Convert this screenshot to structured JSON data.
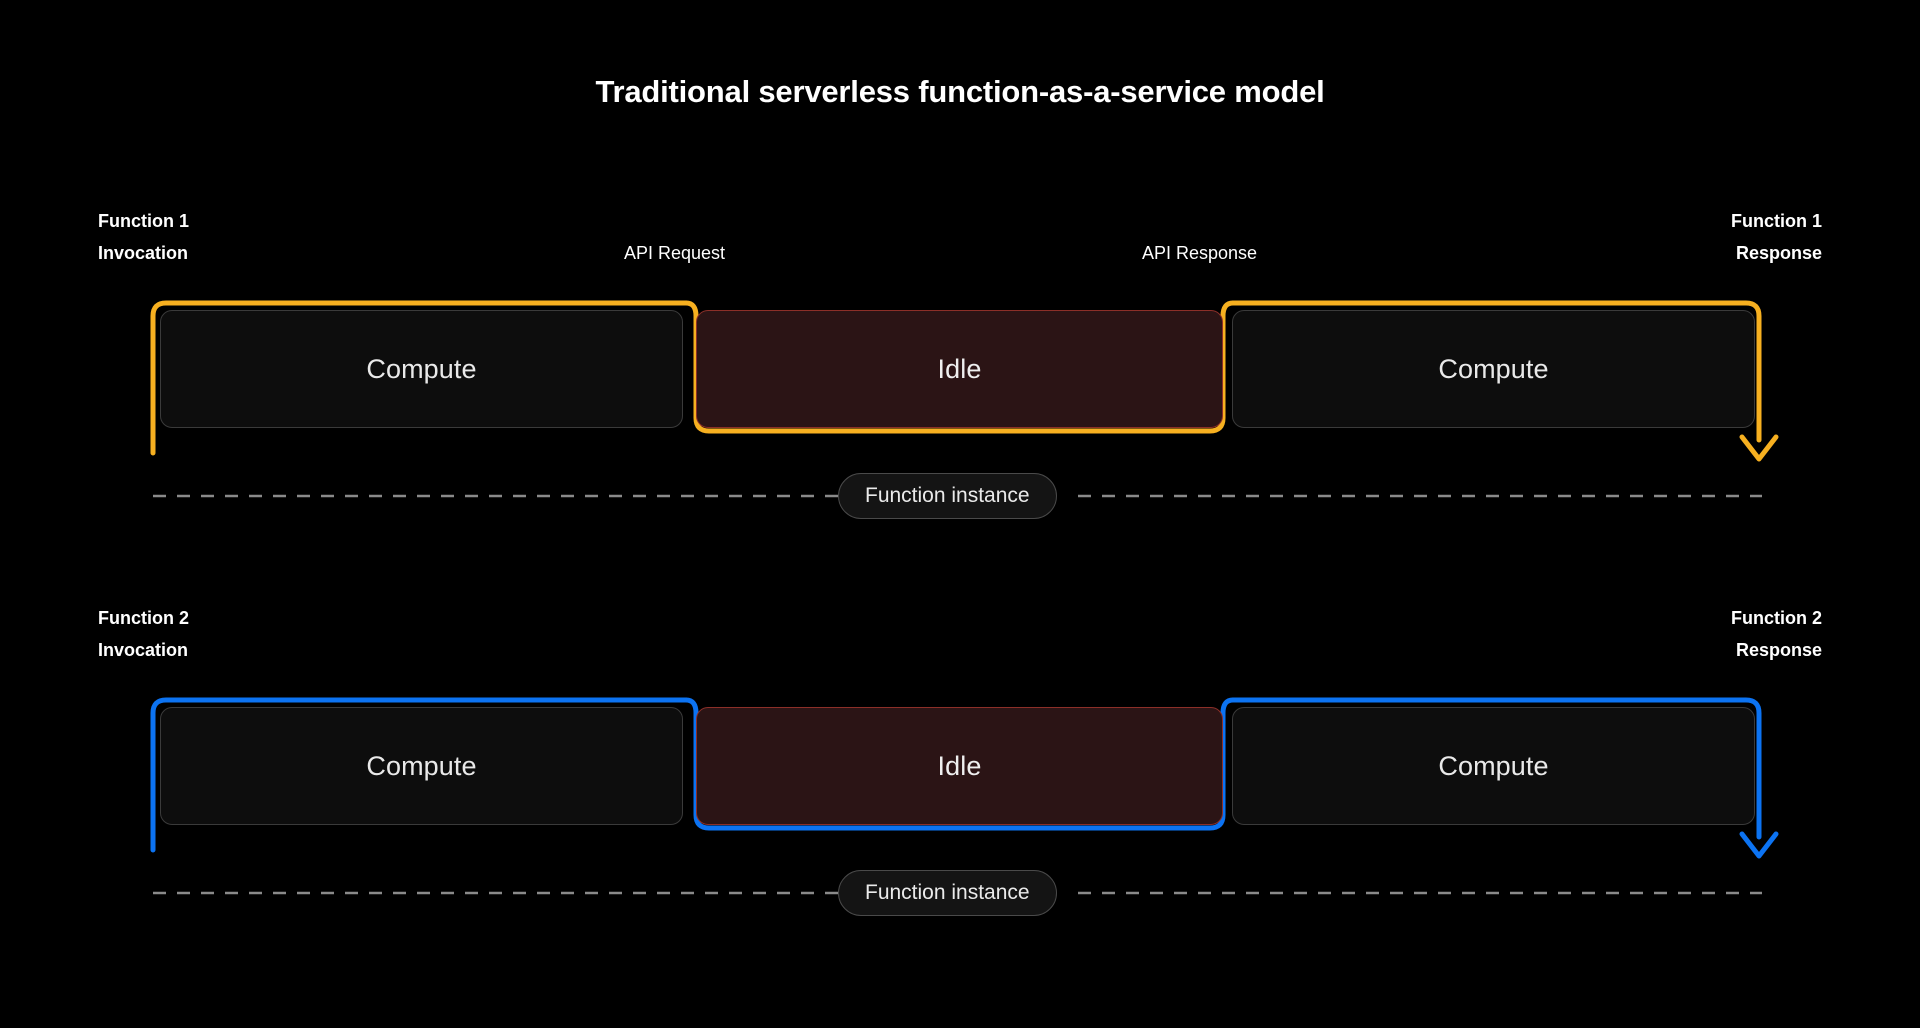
{
  "diagram": {
    "title": "Traditional serverless function-as-a-service model",
    "background_color": "#000000",
    "accent_colors": {
      "function_1": "#F7B020",
      "function_2": "#0C73F2",
      "idle_fill": "#2B1415",
      "idle_border": "#8C2F28",
      "compute_fill": "#0D0D0D",
      "compute_border": "#3A3A3A",
      "dashed_line": "#808080",
      "text": "#FFFFFF"
    },
    "middle_labels": {
      "api_request": "API Request",
      "api_response": "API Response"
    },
    "lanes": [
      {
        "id": "function-1",
        "color": "#F7B020",
        "invocation_label": "Function 1\nInvocation",
        "response_label": "Function 1\nResponse",
        "instance_label": "Function instance",
        "segments": [
          {
            "id": "compute-left",
            "label": "Compute",
            "kind": "compute"
          },
          {
            "id": "idle",
            "label": "Idle",
            "kind": "idle"
          },
          {
            "id": "compute-right",
            "label": "Compute",
            "kind": "compute"
          }
        ]
      },
      {
        "id": "function-2",
        "color": "#0C73F2",
        "invocation_label": "Function 2\nInvocation",
        "response_label": "Function 2\nResponse",
        "instance_label": "Function instance",
        "segments": [
          {
            "id": "compute-left",
            "label": "Compute",
            "kind": "compute"
          },
          {
            "id": "idle",
            "label": "Idle",
            "kind": "idle"
          },
          {
            "id": "compute-right",
            "label": "Compute",
            "kind": "compute"
          }
        ]
      }
    ]
  }
}
